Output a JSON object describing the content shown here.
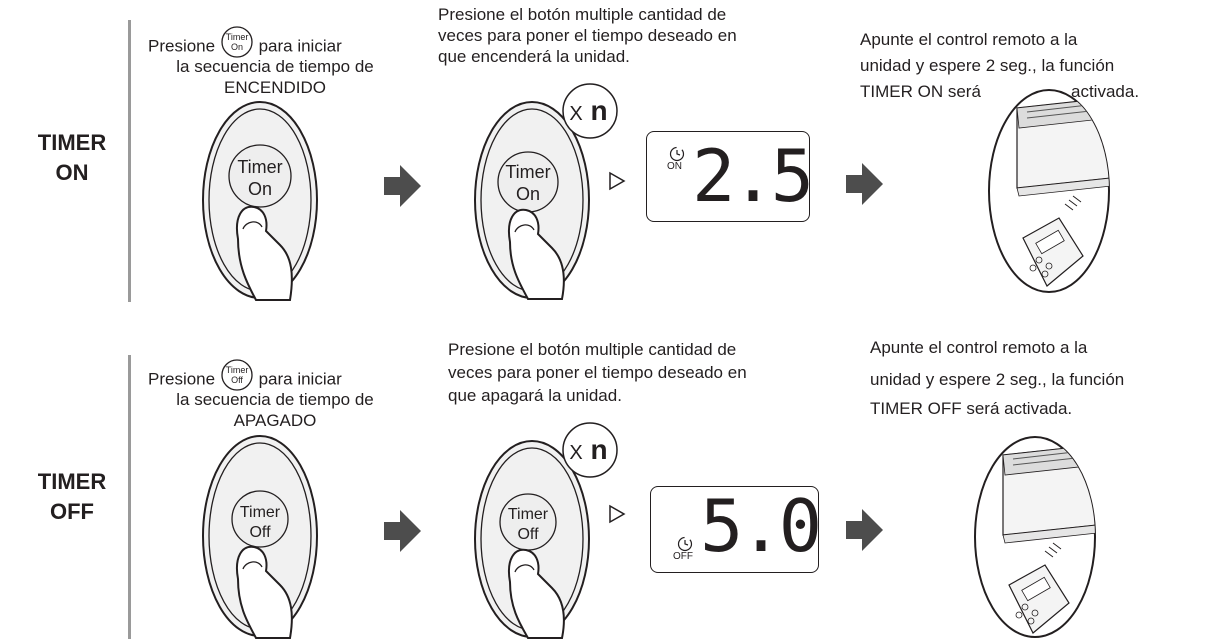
{
  "rows": [
    {
      "label_line1": "TIMER",
      "label_line2": "ON",
      "step1": {
        "prefix": "Presione",
        "suffix": "para iniciar",
        "line2": "la secuencia de tiempo de",
        "line3": "ENCENDIDO",
        "icon_line1": "Timer",
        "icon_line2": "On"
      },
      "button_line1": "Timer",
      "button_line2": "On",
      "step2": {
        "line1": "Presione el botón multiple cantidad de",
        "line2": "veces para poner el tiempo deseado en",
        "line3": "que encenderá la unidad."
      },
      "multiplier_x": "X",
      "multiplier_n": "n",
      "display_indicator": "ON",
      "display_value": "2.5",
      "step3": {
        "line1": "Apunte el control remoto a la",
        "line2": "unidad y espere 2 seg., la función",
        "line3a": "TIMER ON será",
        "line3b": "activada."
      }
    },
    {
      "label_line1": "TIMER",
      "label_line2": "OFF",
      "step1": {
        "prefix": "Presione",
        "suffix": "para iniciar",
        "line2": "la secuencia de tiempo de",
        "line3": "APAGADO",
        "icon_line1": "Timer",
        "icon_line2": "Off"
      },
      "button_line1": "Timer",
      "button_line2": "Off",
      "step2": {
        "line1": "Presione el botón multiple cantidad de",
        "line2": "veces para poner el tiempo deseado en",
        "line3": "que apagará la unidad."
      },
      "multiplier_x": "X",
      "multiplier_n": "n",
      "display_indicator": "OFF",
      "display_value": "5.0",
      "step3": {
        "line1": "Apunte el control remoto a la",
        "line2": "unidad y espere 2 seg., la función",
        "line3": "TIMER OFF será activada."
      }
    }
  ]
}
